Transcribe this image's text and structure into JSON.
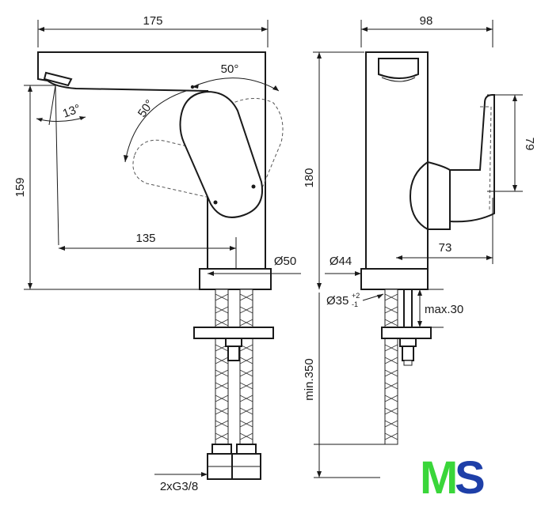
{
  "dimensions": {
    "front_width": "175",
    "lever_angle_top": "50°",
    "lever_angle_left": "50°",
    "spout_angle": "13°",
    "front_height": "159",
    "reach": "135",
    "base_diameter": "Ø50",
    "side_width": "98",
    "lever_height": "79",
    "side_height": "180",
    "side_depth": "73",
    "base_diameter_side": "Ø44",
    "hole_diameter": "Ø35",
    "hole_tol_plus": "+2",
    "hole_tol_minus": "-1",
    "max_thickness": "max.30",
    "hose_length": "min.350",
    "connection": "2xG3/8"
  },
  "logo": {
    "letter_m": "M",
    "letter_s": "S",
    "colors": {
      "m": "#3ad63a",
      "s": "#1e3fa8"
    }
  }
}
